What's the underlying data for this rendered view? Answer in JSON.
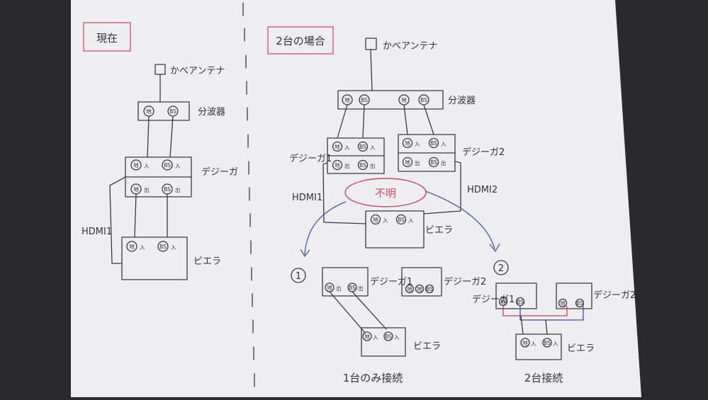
{
  "sections": {
    "current": "現在",
    "two_units": "2台の場合"
  },
  "labels": {
    "antenna": "かべアンテナ",
    "splitter": "分波器",
    "recorder": "デジーガ",
    "recorder1": "デジーガ1",
    "recorder2": "デジーガ2",
    "recorder1_short": "デジーガ1",
    "viera": "ビエラ",
    "hdmi1": "HDMI1",
    "hdmi11": "HDMI1",
    "hdmi12": "HDMI2",
    "unknown": "不明",
    "option1": "1",
    "option2": "2",
    "caption1": "1台のみ接続",
    "caption2": "2台接続"
  },
  "ports": {
    "chi": "地",
    "bs": "BS",
    "in": "入",
    "out": "出"
  },
  "colors": {
    "paper": "#eeedf2",
    "ink": "#3a3a3c",
    "title_box": "#d9586a",
    "unknown": "#d04a5c",
    "arrow": "#4a56a8",
    "red_wire": "#c8454f",
    "blue_wire": "#3e4fa8"
  }
}
